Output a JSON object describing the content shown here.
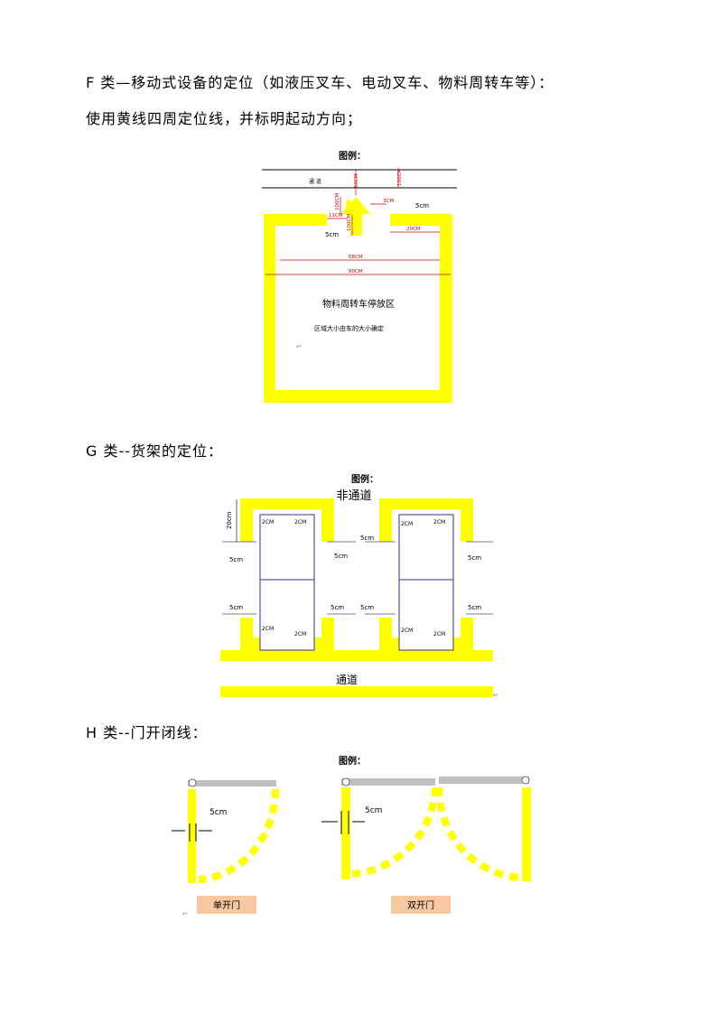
{
  "text": {
    "f_heading": "F 类—移动式设备的定位（如液压叉车、电动叉车、物料周转车等）：",
    "f_desc": "使用黄线四周定位线，并标明起动方向；",
    "g_heading": "G 类--货架的定位：",
    "h_heading": "H 类--门开闭线："
  },
  "fig_f": {
    "legend": "图例：",
    "aisle": "通 道",
    "dim_50cm": "50CM",
    "dim_100cm_top": "100CM",
    "dim_100cm_left": "100CM",
    "dim_100cm_mid": "100CM",
    "dim_3cm": "3CM",
    "dim_11cm": "11CM",
    "dim_20cm": "20CM",
    "dim_5cm_a": "5cm",
    "dim_5cm_b": "5cm",
    "dim_68cm": "68CM",
    "dim_80cm": "80CM",
    "area_title": "物料周转车停放区",
    "area_note": "区域大小由车的大小确定",
    "return_mark": "↵"
  },
  "fig_g": {
    "legend": "图例：",
    "non_aisle": "非通道",
    "aisle": "通道",
    "dim_20cm": "20cm",
    "dim_2cm": "2CM",
    "dim_5cm": "5cm",
    "return_mark": "↵"
  },
  "fig_h": {
    "legend": "图例：",
    "dim_5cm_single": "5cm",
    "dim_5cm_double": "5cm",
    "single_door": "单开门",
    "double_door": "双开门",
    "return_mark": "↵"
  },
  "colors": {
    "yellow": "#ffff00",
    "gray": "#c0c0c0",
    "red": "#d00000",
    "label_bg": "#f8c8a0",
    "blue_line": "#3030a0"
  }
}
